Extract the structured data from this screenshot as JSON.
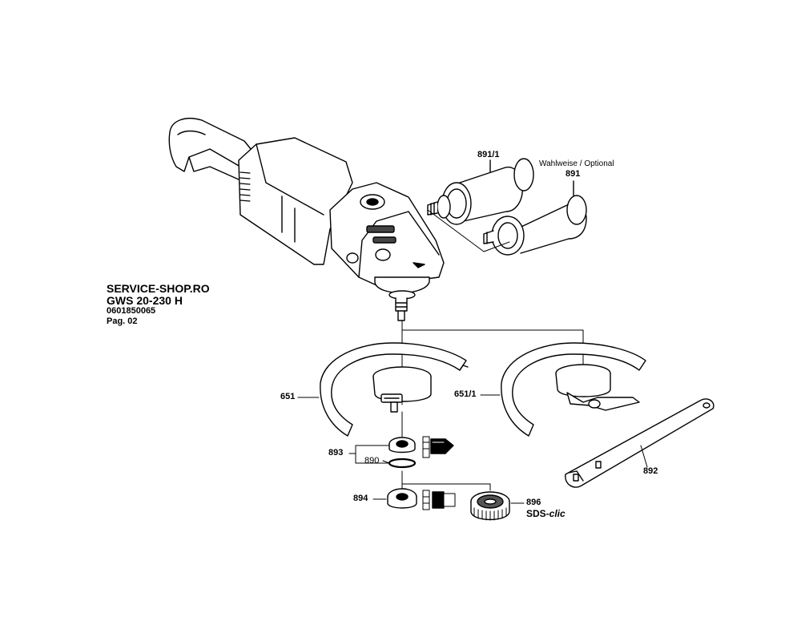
{
  "header": {
    "shop": "SERVICE-SHOP.RO",
    "model": "GWS 20-230 H",
    "part_number": "0601850065",
    "page": "Pag. 02"
  },
  "labels": {
    "p891_1": "891/1",
    "optional": "Wahlweise / Optional",
    "p891": "891",
    "p651": "651",
    "p651_1": "651/1",
    "p893": "893",
    "p890": "890",
    "p892": "892",
    "p894": "894",
    "p896": "896",
    "sds_prefix": "SDS-",
    "sds_suffix": "clic"
  }
}
